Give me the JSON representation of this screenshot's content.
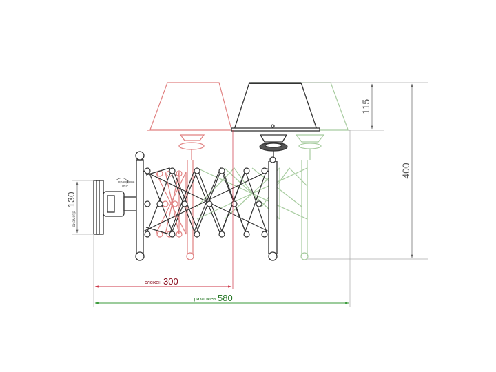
{
  "dimensions": {
    "height_top": {
      "value": "115"
    },
    "height_total": {
      "value": "400"
    },
    "base_diameter": {
      "value": "130",
      "label": "диаметр"
    },
    "folded": {
      "value": "300",
      "label": "сложен"
    },
    "extended": {
      "value": "580",
      "label": "разложен"
    }
  },
  "note": {
    "line1": "вращение",
    "line2": "180°"
  },
  "colors": {
    "folded": "#e08080",
    "extended": "#a8cca0",
    "main": "#333333",
    "dim_line": "#9a9a9a",
    "folded_dim": "#cc3344",
    "extended_dim": "#3a9a3a",
    "folded_text": "#8a1020",
    "extended_text": "#2a7a2a"
  }
}
